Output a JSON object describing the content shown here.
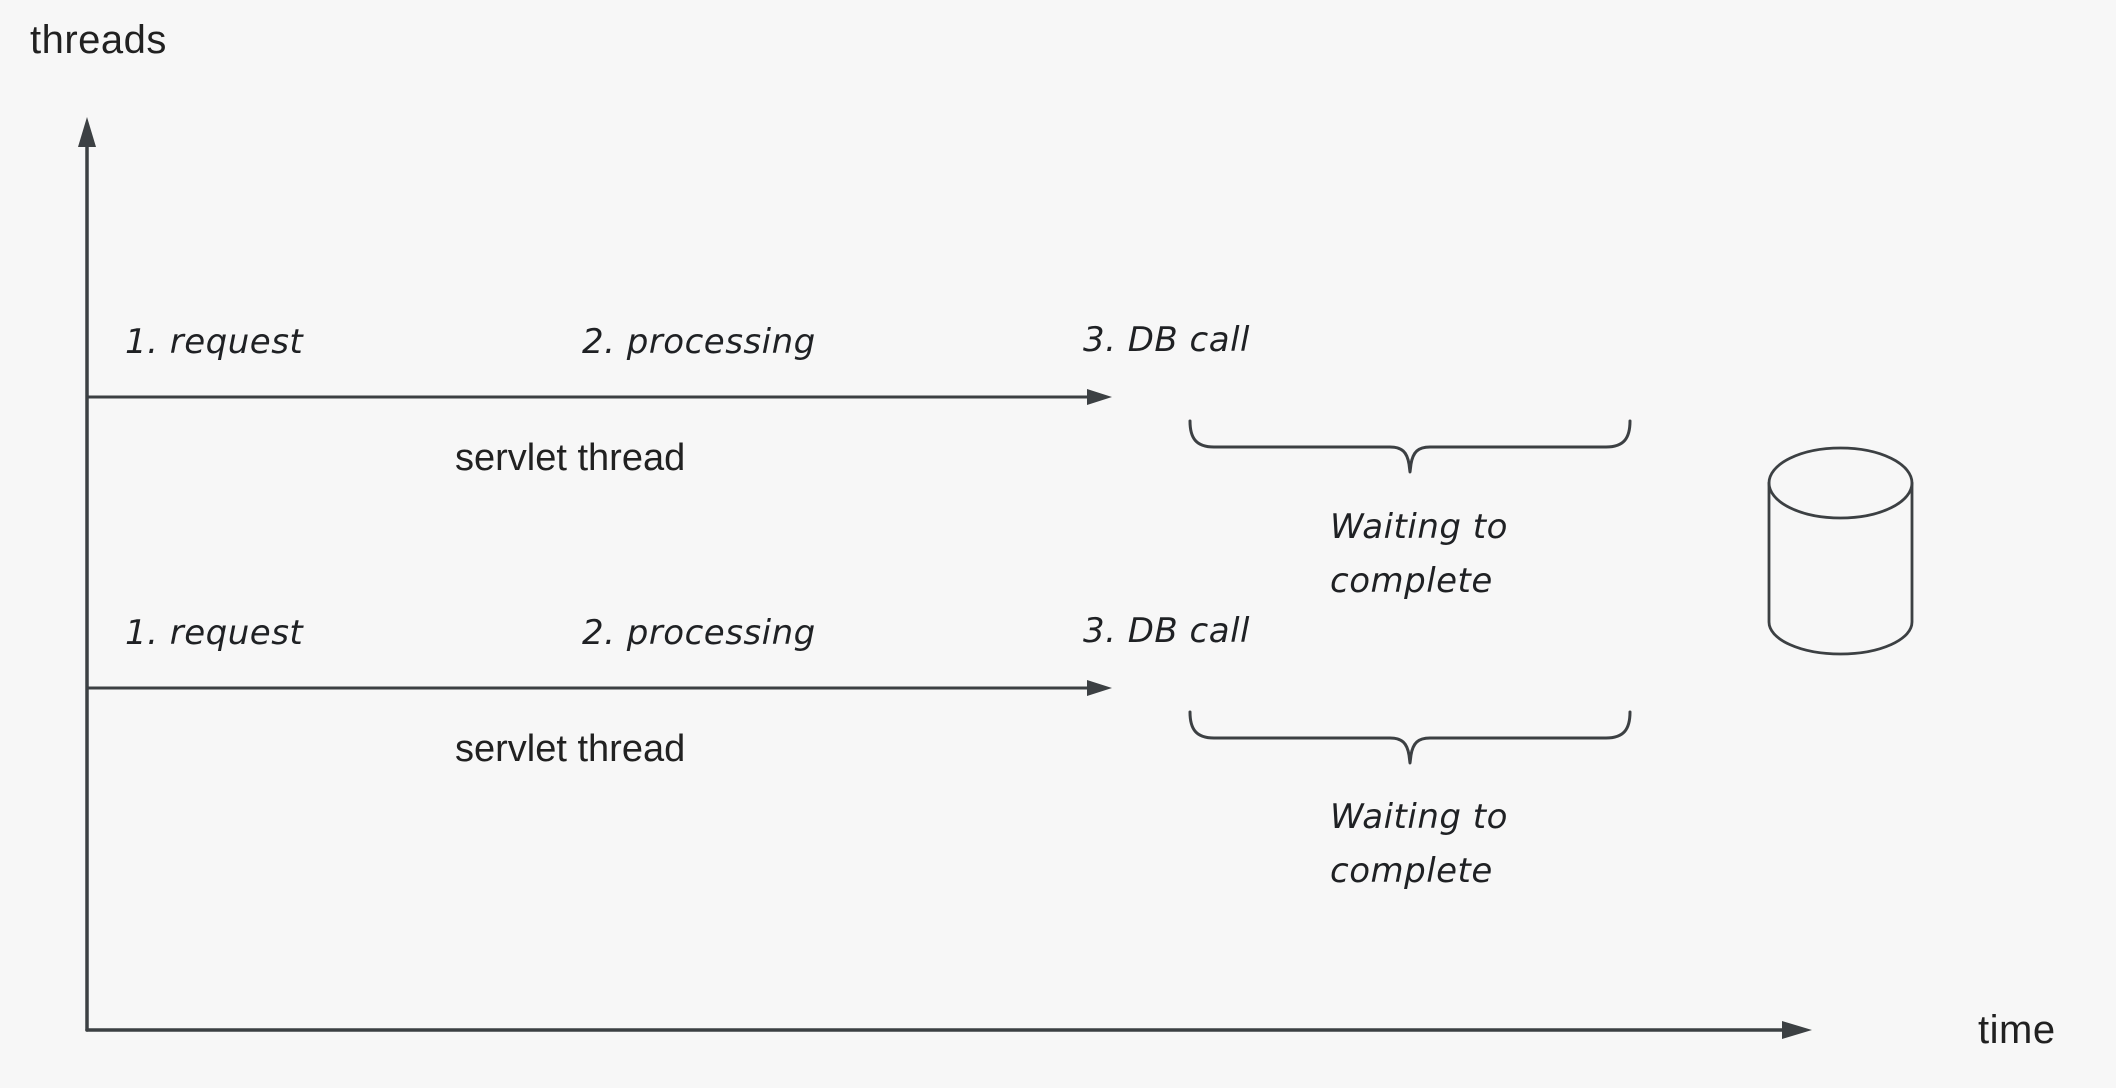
{
  "diagram": {
    "axes": {
      "y_label": "threads",
      "x_label": "time"
    },
    "threads": [
      {
        "step1": "1. request",
        "step2": "2. processing",
        "step3": "3. DB call",
        "thread_label": "servlet thread",
        "waiting_line1": "Waiting to",
        "waiting_line2": "complete"
      },
      {
        "step1": "1. request",
        "step2": "2. processing",
        "step3": "3. DB call",
        "thread_label": "servlet thread",
        "waiting_line1": "Waiting to",
        "waiting_line2": "complete"
      }
    ],
    "icons": {
      "database": "database-cylinder-icon"
    },
    "colors": {
      "background": "#f7f7f7",
      "line": "#3c4043",
      "text": "#212121",
      "handwriting": "#1f2124"
    }
  }
}
